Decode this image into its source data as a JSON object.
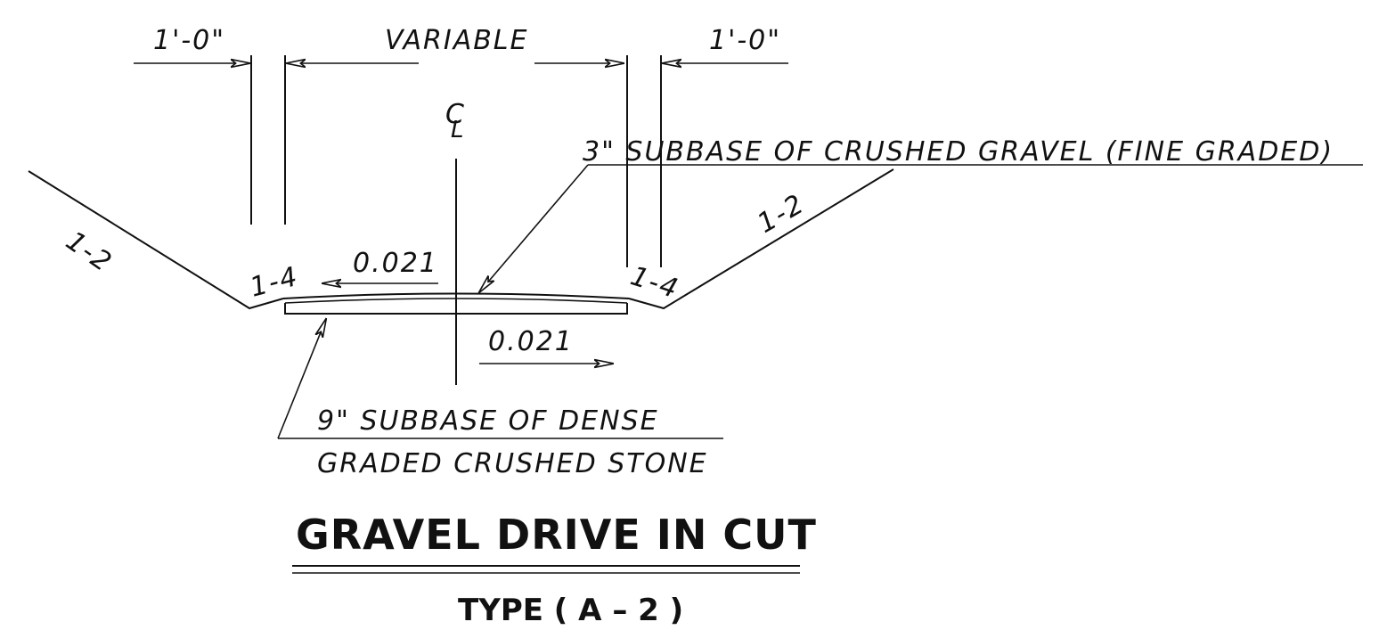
{
  "dimensions": {
    "left_clearance": "1'-0\"",
    "width": "VARIABLE",
    "right_clearance": "1'-0\""
  },
  "centerline_symbol": "C",
  "centerline_subscript": "L",
  "slopes": {
    "left_outer": "1-2",
    "right_outer": "1-2",
    "left_inner": "1-4",
    "right_inner": "1-4",
    "cross_slope_left": "0.021",
    "cross_slope_right": "0.021"
  },
  "callouts": {
    "top_layer": "3\" SUBBASE OF CRUSHED GRAVEL (FINE GRADED)",
    "bottom_layer_line1": "9\" SUBBASE OF DENSE",
    "bottom_layer_line2": "GRADED CRUSHED STONE"
  },
  "title": "GRAVEL DRIVE IN  CUT",
  "subtitle": "TYPE ( A – 2 )"
}
